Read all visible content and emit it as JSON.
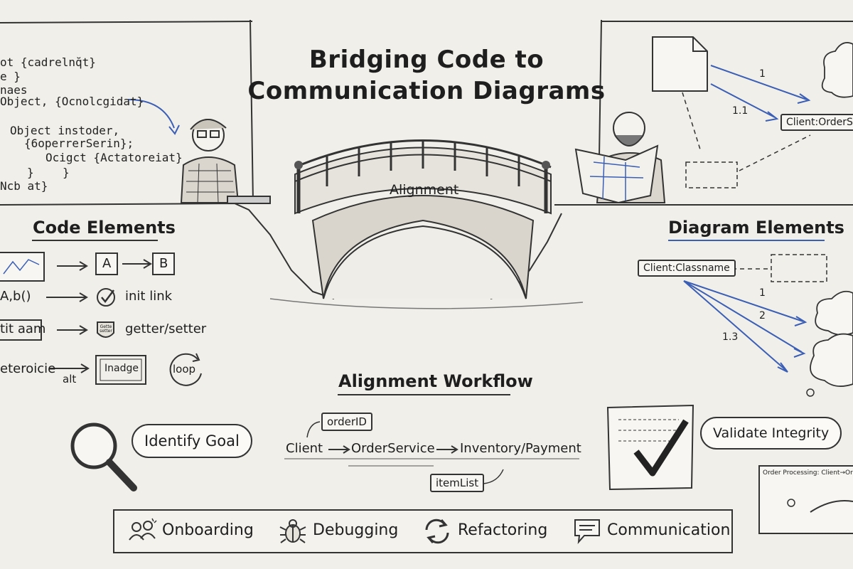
{
  "title_lines": [
    "Bridging Code to",
    "Communication Diagrams"
  ],
  "bridge_label": "Alignment",
  "code_snippet": [
    "ot {cadrelnq̆t}",
    "e  }",
    "naes",
    "Object, {Ocnolcgidat}",
    "Object instoder,",
    "{6operrerSerin};",
    "Ocigct {Actatoreiat}",
    "}",
    "}",
    "Ncb at}"
  ],
  "top_diagram": {
    "msg1": "1",
    "msg2": "1.1",
    "object_label": "Client:OrderSer"
  },
  "code_elements": {
    "heading": "Code Elements",
    "rows": [
      {
        "left_icon": "chart-icon",
        "a": "A",
        "b": "B"
      },
      {
        "left": "A,b()",
        "right": "init link",
        "icon": "check-icon"
      },
      {
        "left": "tit aam",
        "right": "getter/setter",
        "icon": "shield-icon",
        "icon_text": "Gette setter"
      },
      {
        "left": "eteroicie",
        "alt": "alt",
        "box": "Inadge",
        "loop": "loop"
      }
    ]
  },
  "diagram_elements": {
    "heading": "Diagram Elements",
    "object_label": "Client:Classname",
    "msgs": [
      "1",
      "2",
      "1.3"
    ]
  },
  "workflow": {
    "heading": "Alignment Workflow",
    "identify": "Identify Goal",
    "validate": "Validate Integrity",
    "chain": [
      "Client",
      "OrderService",
      "Inventory/Payment"
    ],
    "order_id": "orderID",
    "item_list": "itemList"
  },
  "thumbnail_caption": "Order Processing: Client→OrderServic",
  "bottom_bar": [
    {
      "label": "Onboarding",
      "icon": "people-icon"
    },
    {
      "label": "Debugging",
      "icon": "bug-icon"
    },
    {
      "label": "Refactoring",
      "icon": "refresh-icon"
    },
    {
      "label": "Communication",
      "icon": "chat-icon"
    }
  ],
  "colors": {
    "ink": "#1e1e1e",
    "accent_blue": "#3b5fb5",
    "paper": "#f1efe9"
  }
}
